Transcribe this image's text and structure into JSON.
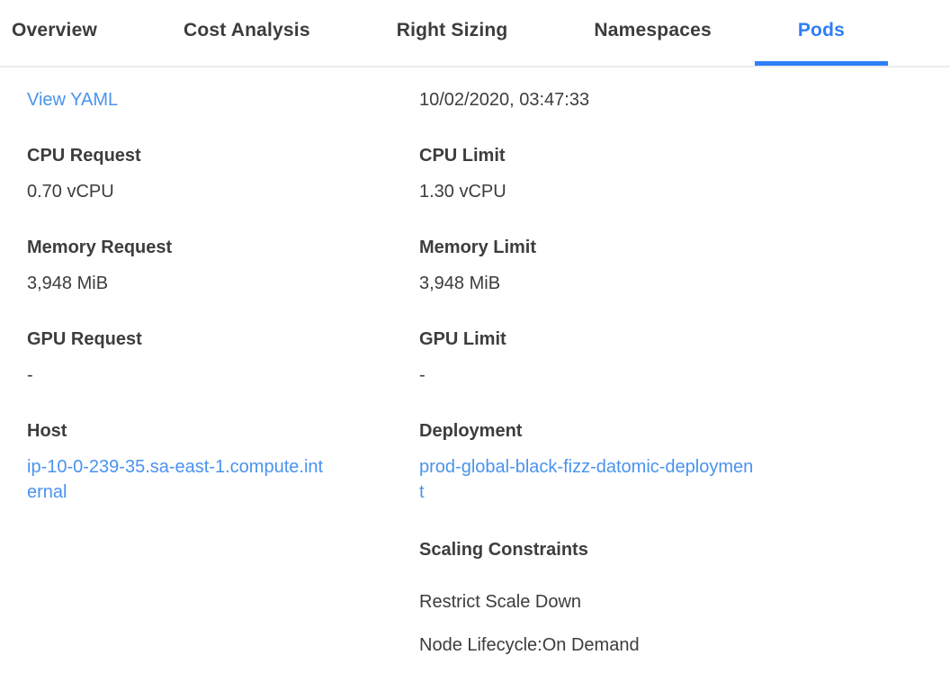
{
  "colors": {
    "accent_active_tab": "#2d7ff8",
    "link": "#4a93ee",
    "text": "#3d3d3d",
    "divider": "#ececec"
  },
  "tabs": {
    "items": [
      {
        "label": "Overview",
        "active": false
      },
      {
        "label": "Cost Analysis",
        "active": false
      },
      {
        "label": "Right Sizing",
        "active": false
      },
      {
        "label": "Namespaces",
        "active": false
      },
      {
        "label": "Pods",
        "active": true
      }
    ]
  },
  "details": {
    "view_yaml_link": "View YAML",
    "timestamp": "10/02/2020, 03:47:33",
    "left_fields": [
      {
        "label": "CPU Request",
        "value": "0.70 vCPU",
        "is_link": false
      },
      {
        "label": "Memory Request",
        "value": "3,948 MiB",
        "is_link": false
      },
      {
        "label": "GPU Request",
        "value": "-",
        "is_link": false
      },
      {
        "label": "Host",
        "value": "ip-10-0-239-35.sa-east-1.compute.internal",
        "is_link": true
      }
    ],
    "right_fields": [
      {
        "label": "CPU Limit",
        "value": "1.30 vCPU",
        "is_link": false
      },
      {
        "label": "Memory Limit",
        "value": "3,948 MiB",
        "is_link": false
      },
      {
        "label": "GPU Limit",
        "value": "-",
        "is_link": false
      },
      {
        "label": "Deployment",
        "value": "prod-global-black-fizz-datomic-deployment",
        "is_link": true
      }
    ],
    "scaling": {
      "label": "Scaling Constraints",
      "items": [
        "Restrict Scale Down",
        "Node Lifecycle:On Demand"
      ]
    }
  }
}
